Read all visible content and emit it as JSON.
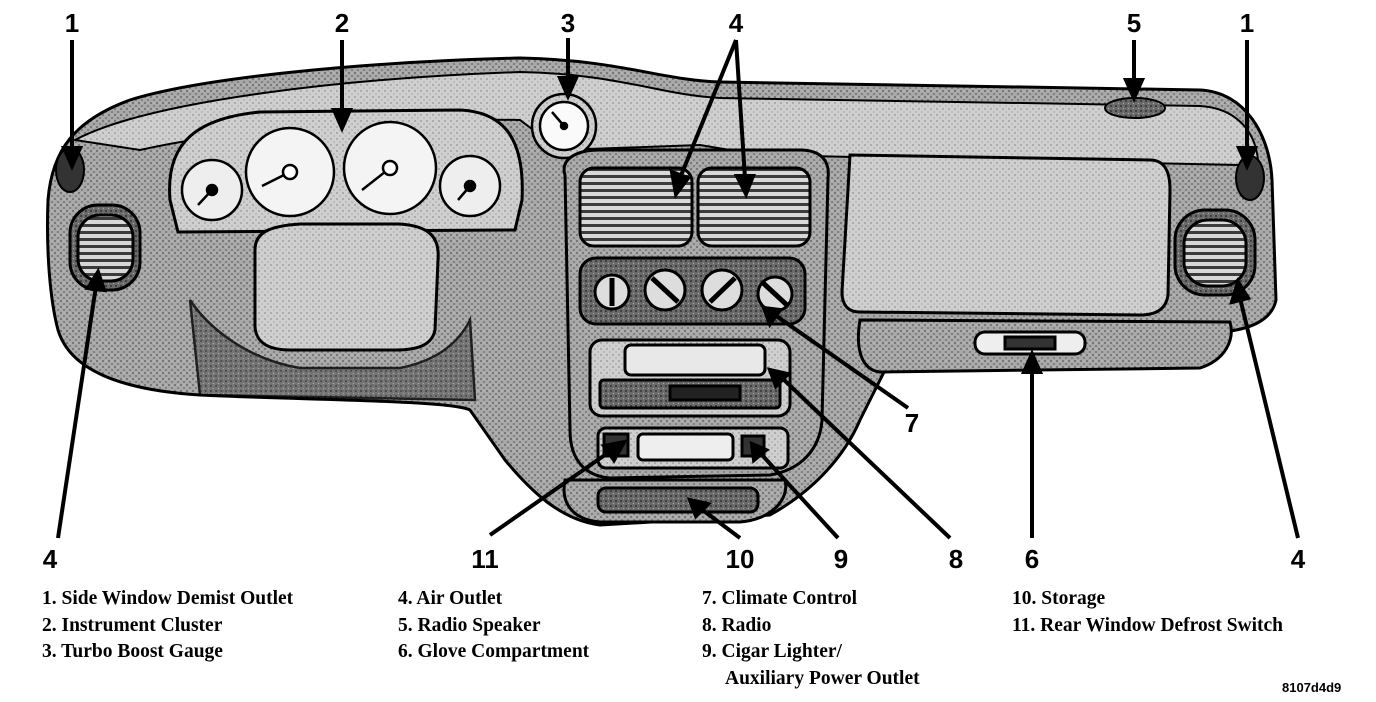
{
  "callouts": [
    {
      "id": "c1a",
      "text": "1"
    },
    {
      "id": "c2",
      "text": "2"
    },
    {
      "id": "c3",
      "text": "3"
    },
    {
      "id": "c4a",
      "text": "4"
    },
    {
      "id": "c5",
      "text": "5"
    },
    {
      "id": "c1b",
      "text": "1"
    },
    {
      "id": "c4b",
      "text": "4"
    },
    {
      "id": "c11",
      "text": "11"
    },
    {
      "id": "c10",
      "text": "10"
    },
    {
      "id": "c9",
      "text": "9"
    },
    {
      "id": "c8",
      "text": "8"
    },
    {
      "id": "c7",
      "text": "7"
    },
    {
      "id": "c6",
      "text": "6"
    },
    {
      "id": "c4c",
      "text": "4"
    }
  ],
  "legend": [
    [
      "1. Side Window Demist Outlet",
      "2. Instrument Cluster",
      "3. Turbo Boost Gauge"
    ],
    [
      "4. Air Outlet",
      "5. Radio Speaker",
      "6. Glove Compartment"
    ],
    [
      "7. Climate Control",
      "8. Radio",
      "9. Cigar Lighter/",
      "Auxiliary Power Outlet"
    ],
    [
      "10. Storage",
      "11. Rear Window Defrost Switch"
    ]
  ],
  "figure_id": "8107d4d9",
  "colors": {
    "ink": "#000000",
    "panel": "#9a9a9a",
    "panel_light": "#c4c4c4",
    "panel_dark": "#5e5e5e",
    "paper": "#ffffff"
  }
}
